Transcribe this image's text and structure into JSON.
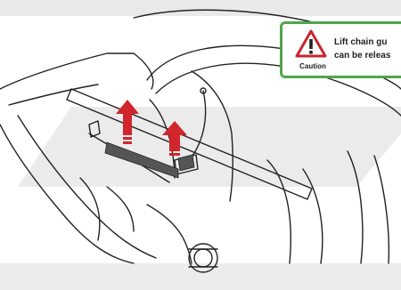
{
  "caution_callout": {
    "label": "Caution",
    "message_lines": [
      "Lift chain gu",
      "can be releas"
    ],
    "border_color": "#4fa64a",
    "symbol_color": "#c6262e",
    "icon": "warning-triangle-icon"
  },
  "diagram": {
    "subject": "helmet-chin-guard-release",
    "arrow_color": "#d0262c",
    "arrow_count": 2,
    "watermark_color": "#e6e6e6"
  }
}
